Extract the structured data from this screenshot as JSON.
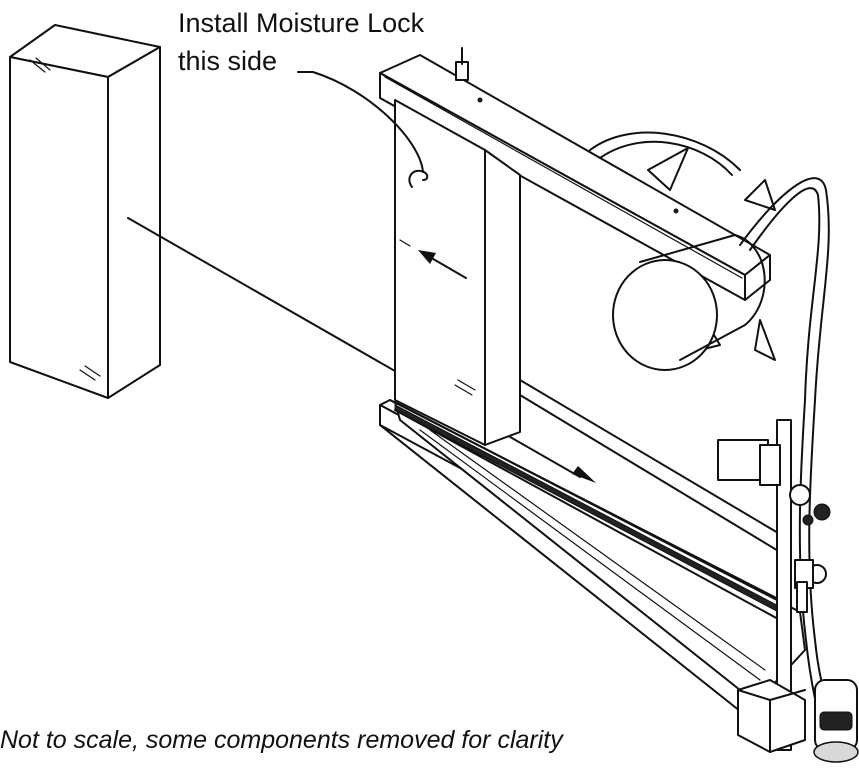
{
  "callout": {
    "line1": "Install Moisture Lock",
    "line2": "this side"
  },
  "footnote": "Not to scale, some components removed for clarity"
}
